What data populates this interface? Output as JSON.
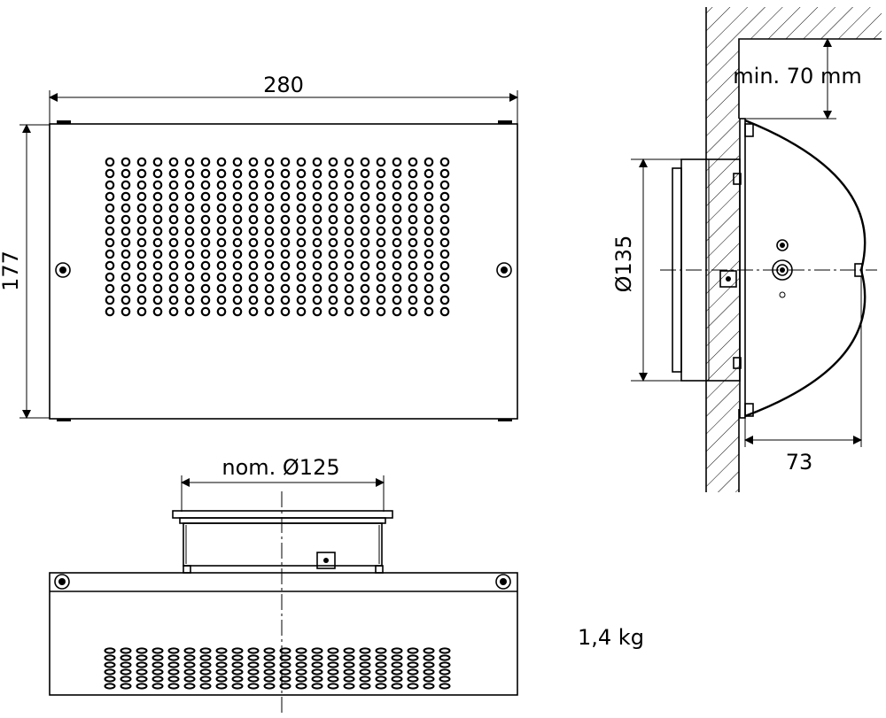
{
  "dimensions": {
    "front_width": "280",
    "front_height": "177",
    "spigot_nominal": "nom. Ø125",
    "side_diameter": "Ø135",
    "depth": "73",
    "wall_clearance": "min. 70 mm"
  },
  "weight": "1,4 kg"
}
